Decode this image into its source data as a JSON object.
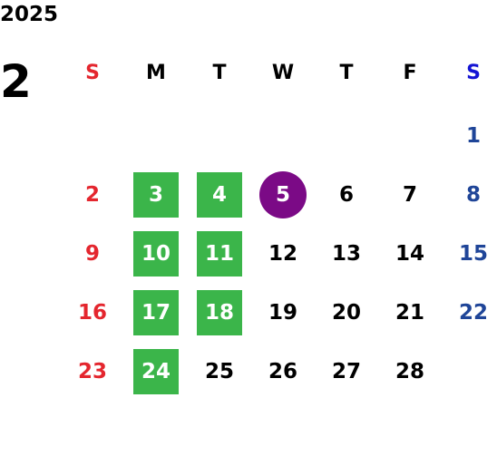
{
  "year": "2025",
  "month": "2",
  "weekdays": [
    {
      "label": "S",
      "color": "#e4262e"
    },
    {
      "label": "M",
      "color": "#000000"
    },
    {
      "label": "T",
      "color": "#000000"
    },
    {
      "label": "W",
      "color": "#000000"
    },
    {
      "label": "T",
      "color": "#000000"
    },
    {
      "label": "F",
      "color": "#000000"
    },
    {
      "label": "S",
      "color": "#1414d4"
    }
  ],
  "colors": {
    "sunday": "#e4262e",
    "saturday": "#1f4598",
    "highlight": "#3bb54a",
    "today": "#7b0a86"
  },
  "first_weekday_index": 6,
  "days_in_month": 28,
  "highlighted_days": [
    3,
    4,
    10,
    11,
    17,
    18,
    24
  ],
  "today": 5
}
